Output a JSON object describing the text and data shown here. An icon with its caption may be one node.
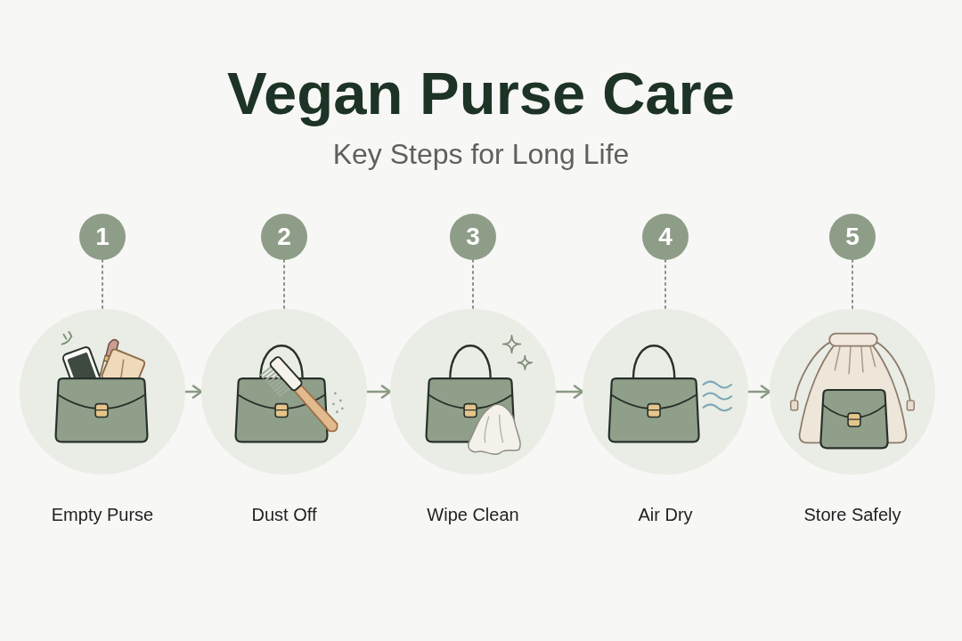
{
  "diagram": {
    "title": "Vegan Purse Care",
    "nodes": [
      {
        "text": [
          "1"
        ]
      },
      {
        "text": [
          "2"
        ]
      },
      {
        "text": [
          "3"
        ]
      },
      {
        "text": [
          "4"
        ]
      },
      {
        "text": [
          "5"
        ]
      },
      {
        "text": [],
        "shape": "picture",
        "beside": [
          "Empty Purse"
        ]
      },
      {
        "text": [],
        "shape": "picture",
        "beside": [
          "Dust Off"
        ]
      },
      {
        "text": [],
        "shape": "picture",
        "beside": [
          "Wipe Clean"
        ]
      },
      {
        "text": [],
        "shape": "picture",
        "beside": [
          "Air Dry"
        ]
      },
      {
        "text": [],
        "shape": "picture",
        "beside": [
          "Store Safely"
        ]
      }
    ],
    "edges": [
      {
        "from": 0,
        "to": 5,
        "arrow": "none",
        "style": "dashed"
      },
      {
        "from": 1,
        "to": 6,
        "arrow": "none",
        "style": "dashed"
      },
      {
        "from": 2,
        "to": 7,
        "arrow": "none",
        "style": "dashed"
      },
      {
        "from": 3,
        "to": 8,
        "arrow": "none",
        "style": "dashed"
      },
      {
        "from": 4,
        "to": 9,
        "arrow": "none",
        "style": "dashed"
      },
      {
        "from": 5,
        "to": 6,
        "arrow": "to",
        "color": "#8a9a84"
      },
      {
        "from": 6,
        "to": 7,
        "arrow": "to",
        "color": "#8a9a84"
      },
      {
        "from": 7,
        "to": 8,
        "arrow": "to",
        "color": "#8a9a84"
      },
      {
        "from": 8,
        "to": 9,
        "arrow": "to",
        "color": "#8a9a84"
      }
    ],
    "labels": [
      "Key Steps for Long Life"
    ]
  }
}
